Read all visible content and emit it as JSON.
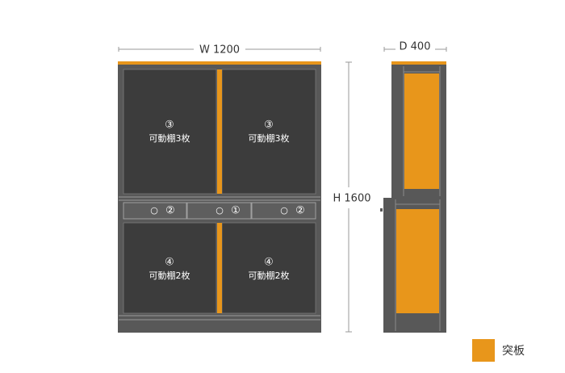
{
  "dimensions": {
    "width": "W 1200",
    "depth": "D 400",
    "height": "H 1600"
  },
  "doors": {
    "upper_left": {
      "number": "③",
      "label": "可動棚3枚"
    },
    "upper_right": {
      "number": "③",
      "label": "可動棚3枚"
    },
    "lower_left": {
      "number": "④",
      "label": "可動棚2枚"
    },
    "lower_right": {
      "number": "④",
      "label": "可動棚2枚"
    }
  },
  "drawers": {
    "left": {
      "knob": "○",
      "number": "②"
    },
    "center": {
      "knob": "○",
      "number": "①"
    },
    "right": {
      "knob": "○",
      "number": "②"
    }
  },
  "legend": {
    "label": "突板",
    "color": "#e8961b"
  },
  "colors": {
    "carcass": "#585858",
    "door": "#3c3c3c",
    "veneer": "#e8961b",
    "line": "#999999"
  }
}
